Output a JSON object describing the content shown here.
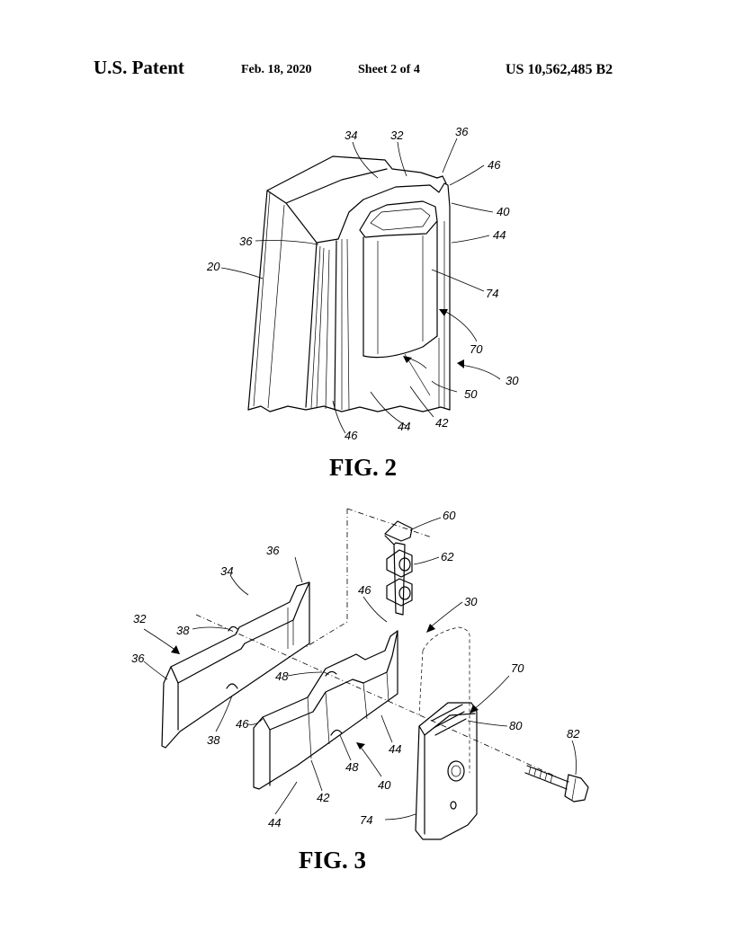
{
  "header": {
    "publisher": "U.S. Patent",
    "date": "Feb. 18, 2020",
    "sheet": "Sheet 2 of 4",
    "patent_number": "US 10,562,485 B2"
  },
  "fig2": {
    "caption": "FIG. 2",
    "labels": {
      "l34": "34",
      "l32": "32",
      "l36a": "36",
      "l46a": "46",
      "l40": "40",
      "l44a": "44",
      "l36b": "36",
      "l20": "20",
      "l74": "74",
      "l70": "70",
      "l30": "30",
      "l50": "50",
      "l42": "42",
      "l44b": "44",
      "l46b": "46"
    }
  },
  "fig3": {
    "caption": "FIG. 3",
    "labels": {
      "l60": "60",
      "l62": "62",
      "l36a": "36",
      "l34": "34",
      "l46a": "46",
      "l30": "30",
      "l32": "32",
      "l38a": "38",
      "l36b": "36",
      "l48a": "48",
      "l70": "70",
      "l46b": "46",
      "l80": "80",
      "l38b": "38",
      "l44a": "44",
      "l48b": "48",
      "l40": "40",
      "l82": "82",
      "l42": "42",
      "l44b": "44",
      "l74": "74"
    }
  }
}
